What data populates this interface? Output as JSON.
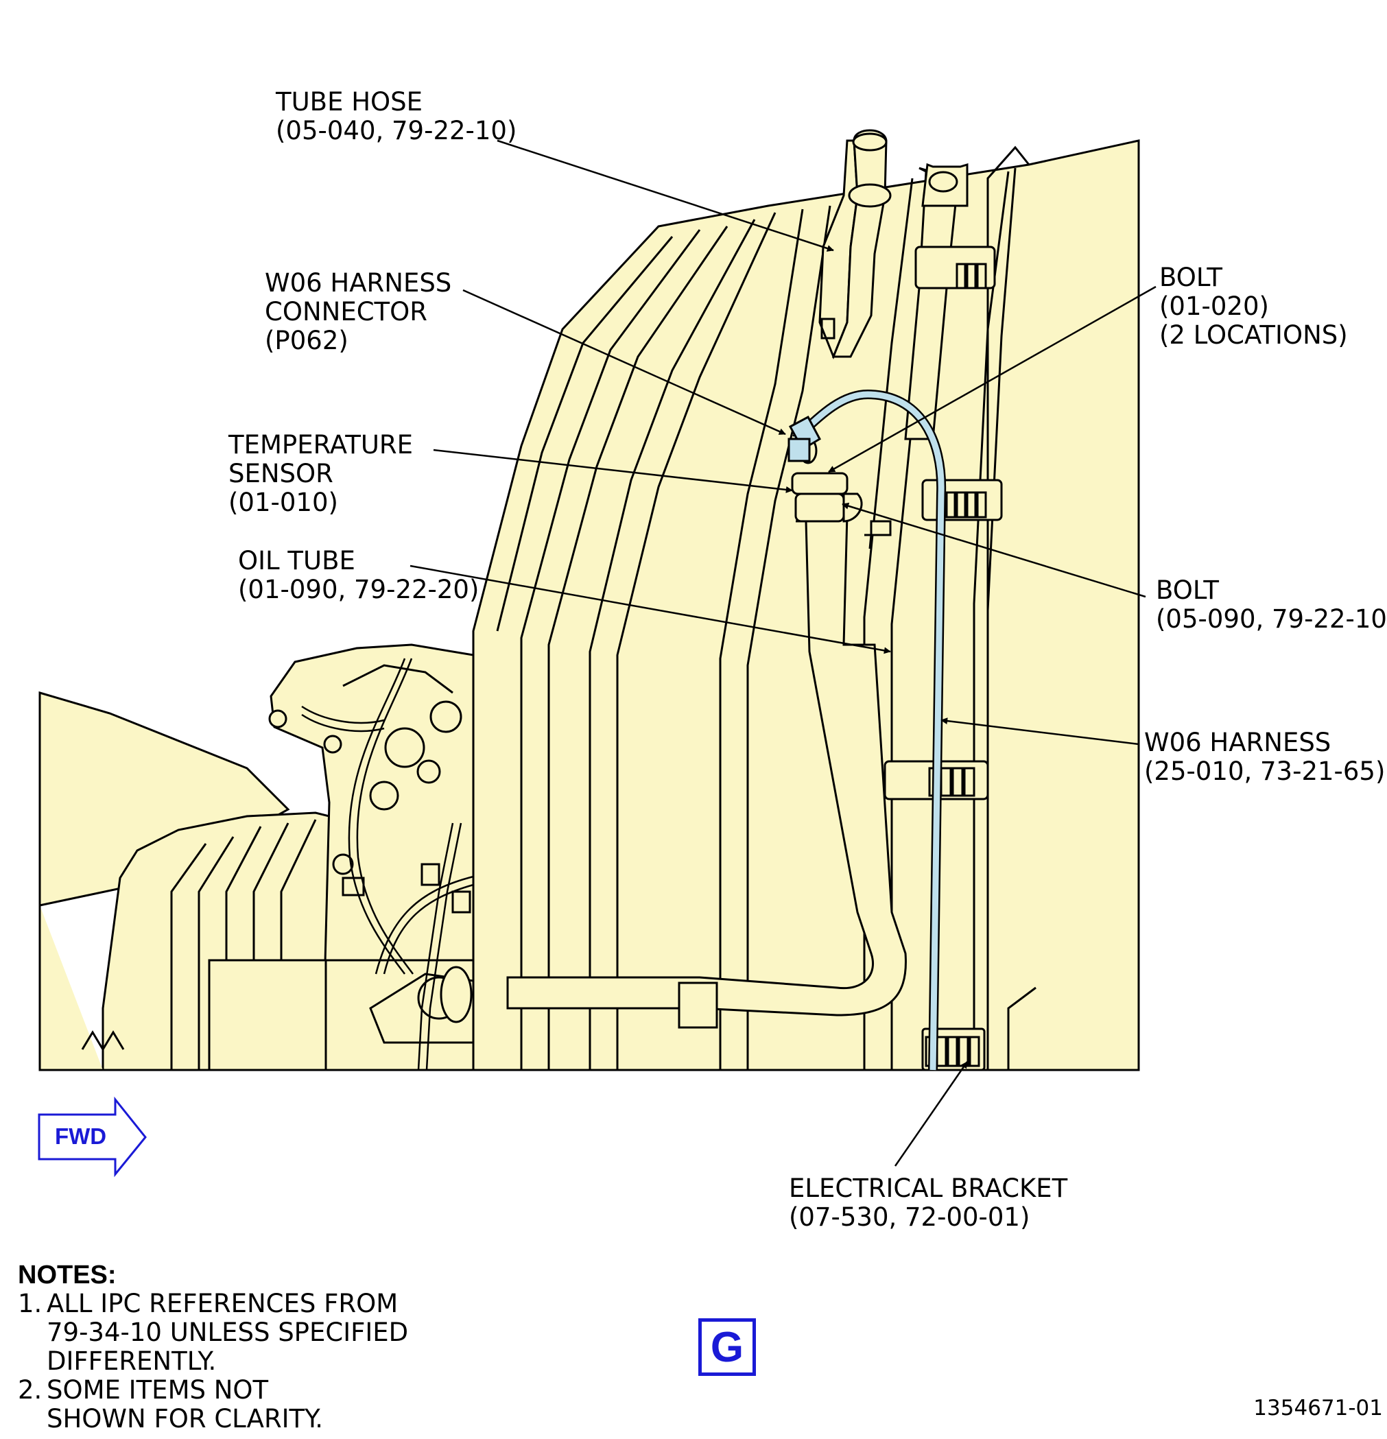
{
  "callouts": [
    {
      "id": "tube-hose",
      "lines": [
        "TUBE HOSE",
        "(05-040, 79-22-10)"
      ]
    },
    {
      "id": "w06-harness-connector",
      "lines": [
        "W06 HARNESS",
        "CONNECTOR",
        "(P062)"
      ]
    },
    {
      "id": "temperature-sensor",
      "lines": [
        "TEMPERATURE",
        "SENSOR",
        "(01-010)"
      ]
    },
    {
      "id": "oil-tube",
      "lines": [
        "OIL TUBE",
        "(01-090, 79-22-20)"
      ]
    },
    {
      "id": "bolt-01-020",
      "lines": [
        "BOLT",
        "(01-020)",
        "(2 LOCATIONS)"
      ]
    },
    {
      "id": "bolt-05-090",
      "lines": [
        "BOLT",
        "(05-090, 79-22-10)"
      ]
    },
    {
      "id": "w06-harness",
      "lines": [
        "W06 HARNESS",
        "(25-010, 73-21-65)"
      ]
    },
    {
      "id": "electrical-bracket",
      "lines": [
        "ELECTRICAL BRACKET",
        "(07-530, 72-00-01)"
      ]
    }
  ],
  "direction": {
    "label": "FWD"
  },
  "view": {
    "label": "G"
  },
  "notes": {
    "title": "NOTES:",
    "items": [
      {
        "num": "1.",
        "lines": [
          "ALL IPC REFERENCES FROM",
          "79-34-10 UNLESS SPECIFIED",
          "DIFFERENTLY."
        ]
      },
      {
        "num": "2.",
        "lines": [
          "SOME ITEMS NOT",
          "SHOWN FOR CLARITY."
        ]
      }
    ]
  },
  "figure_number": "1354671-01",
  "colors": {
    "component_fill": "#fbf6c6",
    "harness_fill": "#bfe0ec",
    "accent_blue": "#1a1ad6",
    "line": "#000000"
  }
}
